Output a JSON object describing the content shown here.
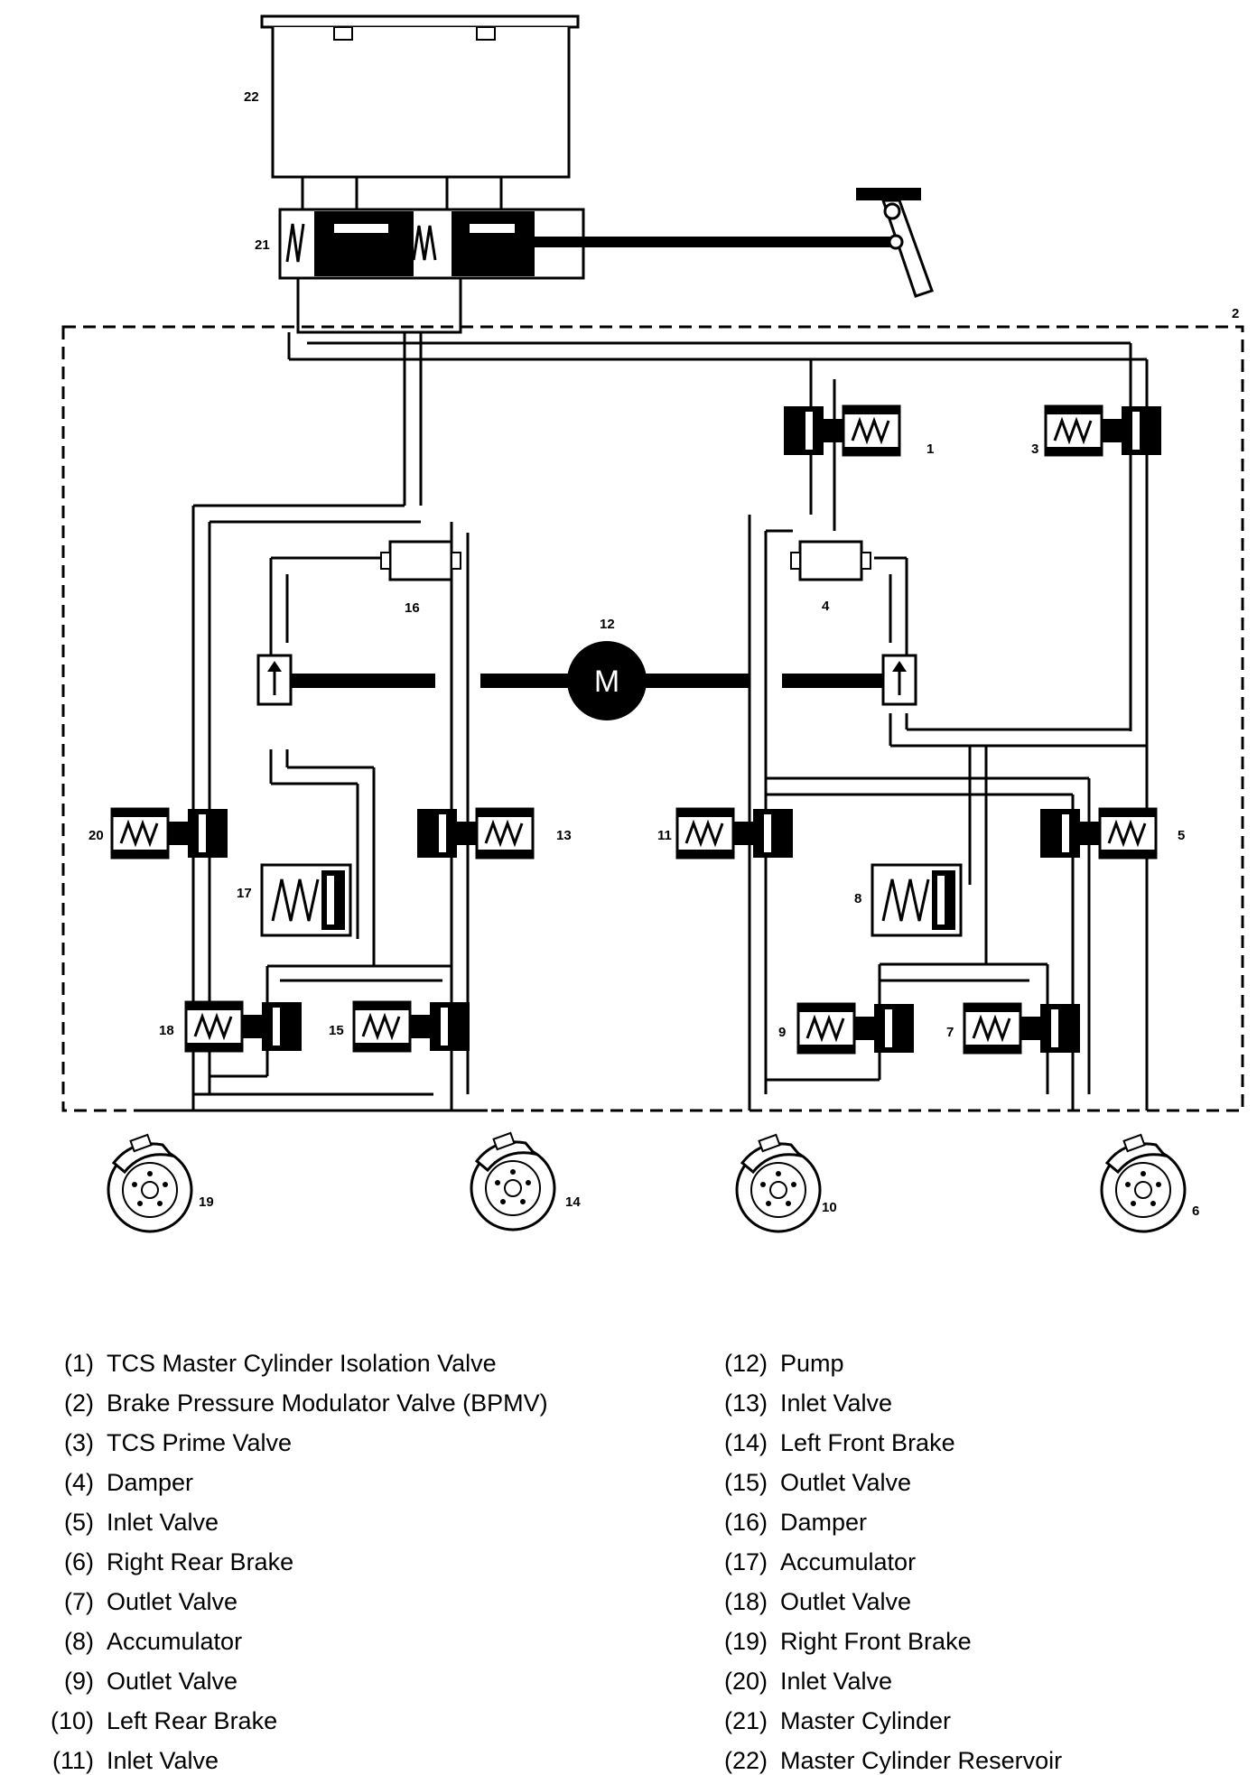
{
  "diagram": {
    "motor_symbol": "M",
    "callouts": {
      "c1": "1",
      "c2": "2",
      "c3": "3",
      "c4": "4",
      "c5": "5",
      "c6": "6",
      "c7": "7",
      "c8": "8",
      "c9": "9",
      "c10": "10",
      "c11": "11",
      "c12": "12",
      "c13": "13",
      "c14": "14",
      "c15": "15",
      "c16": "16",
      "c17": "17",
      "c18": "18",
      "c19": "19",
      "c20": "20",
      "c21": "21",
      "c22": "22"
    }
  },
  "legend": {
    "left": [
      {
        "num": "(1)",
        "label": "TCS Master Cylinder Isolation Valve"
      },
      {
        "num": "(2)",
        "label": "Brake Pressure Modulator Valve (BPMV)"
      },
      {
        "num": "(3)",
        "label": "TCS Prime Valve"
      },
      {
        "num": "(4)",
        "label": "Damper"
      },
      {
        "num": "(5)",
        "label": "Inlet Valve"
      },
      {
        "num": "(6)",
        "label": "Right Rear Brake"
      },
      {
        "num": "(7)",
        "label": "Outlet Valve"
      },
      {
        "num": "(8)",
        "label": "Accumulator"
      },
      {
        "num": "(9)",
        "label": "Outlet Valve"
      },
      {
        "num": "(10)",
        "label": "Left Rear Brake"
      },
      {
        "num": "(11)",
        "label": "Inlet Valve"
      }
    ],
    "right": [
      {
        "num": "(12)",
        "label": "Pump"
      },
      {
        "num": "(13)",
        "label": "Inlet Valve"
      },
      {
        "num": "(14)",
        "label": "Left Front Brake"
      },
      {
        "num": "(15)",
        "label": "Outlet Valve"
      },
      {
        "num": "(16)",
        "label": "Damper"
      },
      {
        "num": "(17)",
        "label": "Accumulator"
      },
      {
        "num": "(18)",
        "label": "Outlet Valve"
      },
      {
        "num": "(19)",
        "label": "Right Front Brake"
      },
      {
        "num": "(20)",
        "label": "Inlet Valve"
      },
      {
        "num": "(21)",
        "label": "Master Cylinder"
      },
      {
        "num": "(22)",
        "label": "Master Cylinder Reservoir"
      }
    ]
  }
}
